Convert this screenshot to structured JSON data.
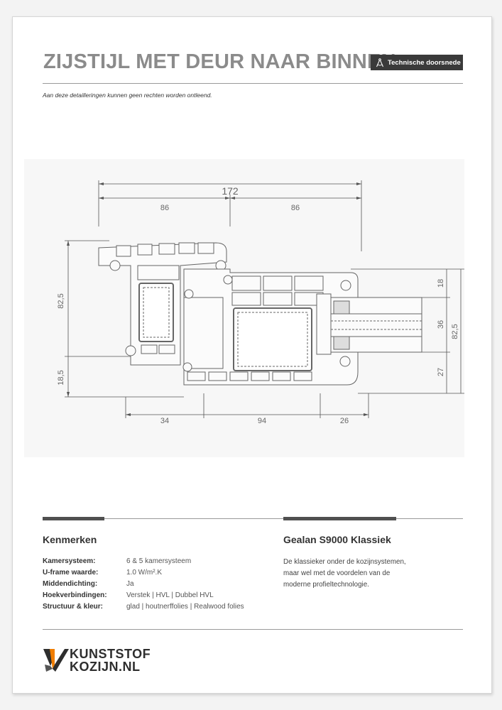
{
  "header": {
    "title": "ZIJSTIJL MET DEUR NAAR BINNEN",
    "badge_label": "Technische doorsnede",
    "badge_icon": "compass-icon"
  },
  "disclaimer": "Aan deze detailleringen kunnen geen rechten worden ontleend.",
  "drawing": {
    "dimensions": {
      "total_width": "172",
      "left_width": "86",
      "right_width": "86",
      "left_height_top": "82,5",
      "left_height_bottom": "18,5",
      "bottom_left": "34",
      "bottom_mid": "94",
      "bottom_right": "26",
      "right_top": "18",
      "right_mid": "36",
      "right_bottom": "27",
      "right_total": "82,5"
    }
  },
  "features": {
    "title": "Kenmerken",
    "rows": [
      {
        "label": "Kamersysteem:",
        "value": "6 & 5 kamersysteem"
      },
      {
        "label": "U-frame waarde:",
        "value": "1.0 W/m².K"
      },
      {
        "label": "Middendichting:",
        "value": "Ja"
      },
      {
        "label": "Hoekverbindingen:",
        "value": "Verstek | HVL | Dubbel HVL"
      },
      {
        "label": "Structuur & kleur:",
        "value": "glad | houtnerffolies | Realwood folies"
      }
    ]
  },
  "product": {
    "title": "Gealan S9000 Klassiek",
    "lines": [
      "De klassieker onder de kozijnsystemen,",
      "maar wel met de voordelen van de",
      "moderne profieltechnologie."
    ]
  },
  "logo": {
    "line1": "KUNSTSTOF",
    "line2": "KOZIJN.NL",
    "accent": "#f07d00"
  }
}
